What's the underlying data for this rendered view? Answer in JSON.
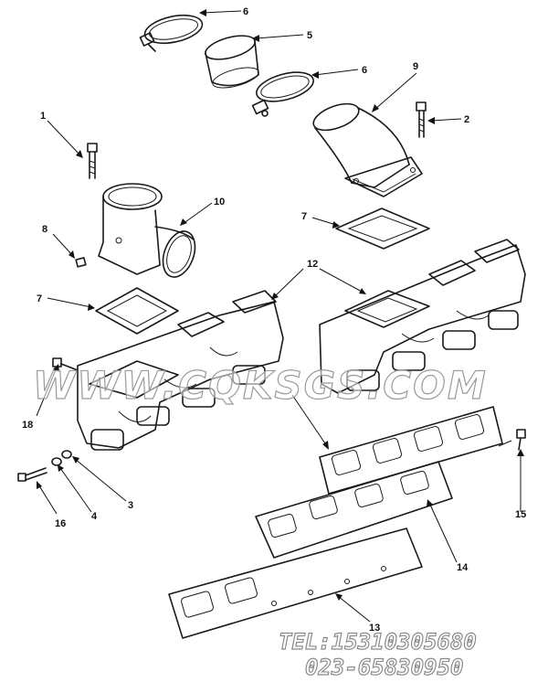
{
  "callouts": {
    "c1": "1",
    "c2": "2",
    "c3": "3",
    "c4": "4",
    "c5": "5",
    "c6a": "6",
    "c6b": "6",
    "c7a": "7",
    "c7b": "7",
    "c8": "8",
    "c9": "9",
    "c10": "10",
    "c12": "12",
    "c13": "13",
    "c14": "14",
    "c15": "15",
    "c16": "16",
    "c18": "18"
  },
  "watermark": "WWW.CQKSGS.COM",
  "contact": {
    "tel": "TEL:15310305680",
    "phone": "023-65830950"
  },
  "colors": {
    "line": "#1a1a1a",
    "watermark_stroke": "#9a9a9a"
  }
}
